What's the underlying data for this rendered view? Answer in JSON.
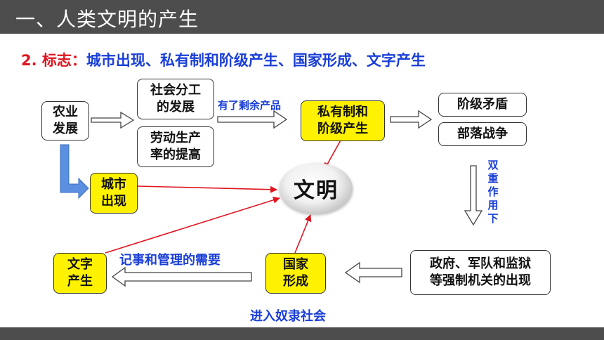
{
  "header": {
    "title": "一、人类文明的产生"
  },
  "subtitle": {
    "number": "2.",
    "label": "标志：",
    "text": "城市出现、私有制和阶级产生、国家形成、文字产生"
  },
  "nodes": {
    "agriculture": "农业\n发展",
    "division": "社会分工\n的发展",
    "productivity": "劳动生产\n率的提高",
    "private": "私有制和\n阶级产生",
    "class_conflict": "阶级矛盾",
    "tribal_war": "部落战争",
    "city": "城市\n出现",
    "civilization": "文明",
    "government": "政府、军队和监狱\n等强制机关的出现",
    "state": "国家\n形成",
    "writing": "文字\n产生"
  },
  "labels": {
    "surplus": "有了剩余产品",
    "dual": "双重作用下",
    "records": "记事和管理的需要",
    "slavery": "进入奴隶社会"
  }
}
